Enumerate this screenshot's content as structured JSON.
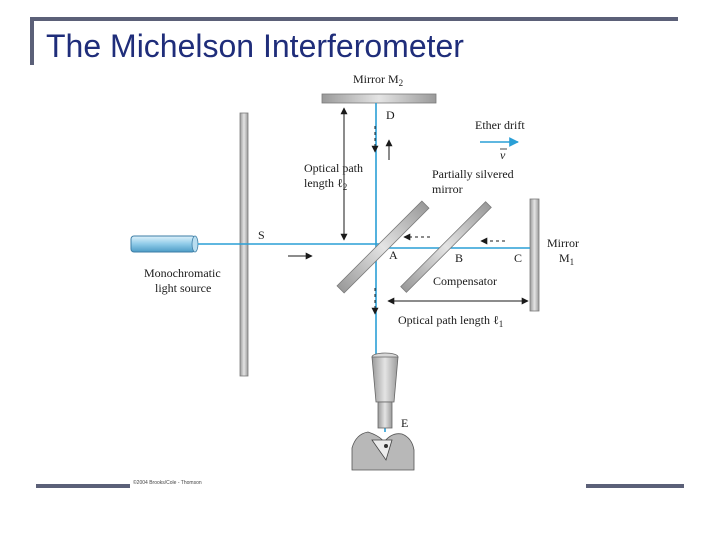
{
  "slide": {
    "title": "The Michelson Interferometer",
    "credit": "©2004 Brooks/Cole - Thomson"
  },
  "diagram": {
    "mirror_m2_label": "Mirror M",
    "mirror_m2_sub": "2",
    "point_d": "D",
    "ether_drift": "Ether drift",
    "velocity_symbol": "v",
    "optical_path_l2_line1": "Optical path",
    "optical_path_l2_line2": "length ℓ",
    "optical_path_l2_sub": "2",
    "partially_silvered_line1": "Partially silvered",
    "partially_silvered_line2": "mirror",
    "point_s": "S",
    "mirror_m1_line1": "Mirror",
    "mirror_m1_line2": "M",
    "mirror_m1_sub": "1",
    "monochromatic_line1": "Monochromatic",
    "monochromatic_line2": "light source",
    "point_a": "A",
    "point_b": "B",
    "point_c": "C",
    "compensator": "Compensator",
    "optical_path_l1": "Optical path length ℓ",
    "optical_path_l1_sub": "1",
    "point_e": "E"
  },
  "colors": {
    "title": "#1f2d7a",
    "beam": "#2a9fd6",
    "frame": "#5b6078",
    "glass": "#c8c8c8",
    "glass_edge": "#7a7a7a"
  }
}
